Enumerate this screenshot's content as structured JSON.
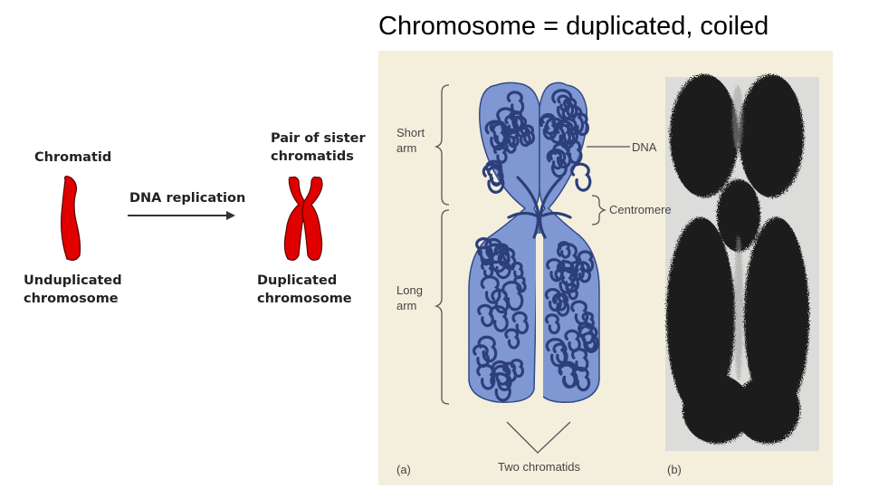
{
  "slide": {
    "title": "Chromosome = duplicated, coiled"
  },
  "left_diagram": {
    "chromatid_label": "Chromatid",
    "arrow_label": "DNA replication",
    "sister_label_line1": "Pair of sister",
    "sister_label_line2": "chromatids",
    "unduplicated_line1": "Unduplicated",
    "unduplicated_line2": "chromosome",
    "duplicated_line1": "Duplicated",
    "duplicated_line2": "chromosome",
    "chromosome_color": "#e00000"
  },
  "right_figure": {
    "short_arm_line1": "Short",
    "short_arm_line2": "arm",
    "long_arm_line1": "Long",
    "long_arm_line2": "arm",
    "dna_label": "DNA",
    "centromere_label": "Centromere",
    "two_chromatids_label": "Two chromatids",
    "panel_a_label": "(a)",
    "panel_b_label": "(b)",
    "chromatid_fill": "#7f97d3",
    "dna_strand_color": "#2c3f7a"
  }
}
